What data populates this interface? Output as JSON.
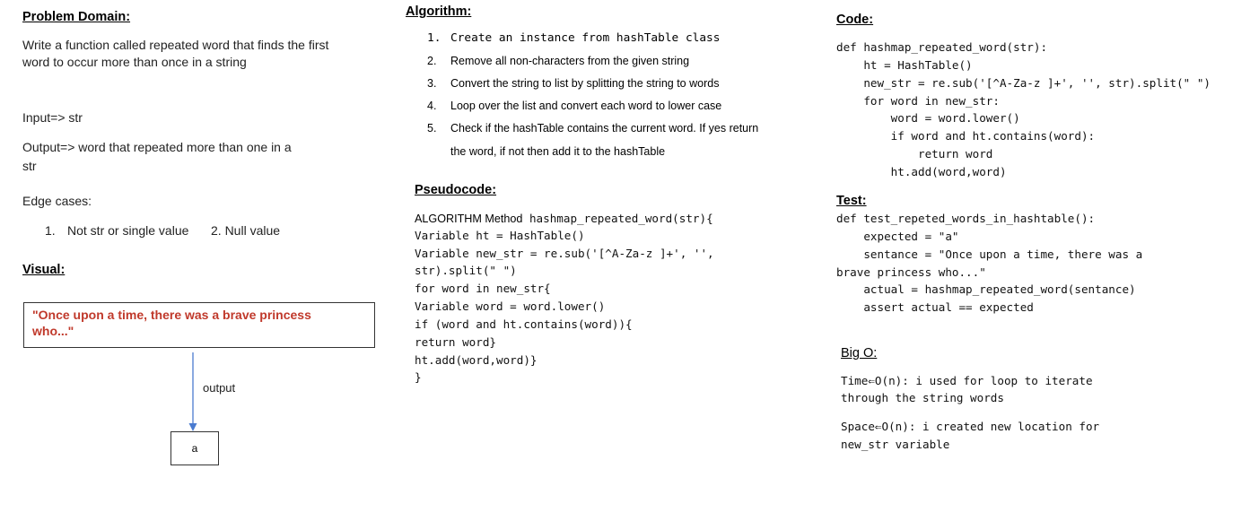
{
  "problem": {
    "heading": "Problem Domain:",
    "description_line1": "Write a function called repeated word that finds the first",
    "description_line2": "word to occur more than once in a string",
    "input": "Input=> str",
    "output_line1": "Output=> word that repeated more than one in a",
    "output_line2": "str",
    "edge_cases_label": "Edge cases:",
    "edge_case_1_num": "1.",
    "edge_case_1": "Not str or single value",
    "edge_case_2": "2. Null value"
  },
  "visual": {
    "heading": "Visual:",
    "input_text": "\"Once upon a time, there was a brave princess who...\"",
    "arrow_label": "output",
    "result": "a"
  },
  "algorithm": {
    "heading": "Algorithm:",
    "steps": [
      {
        "num": "1.",
        "text": "Create an instance from hashTable class"
      },
      {
        "num": "2.",
        "text": "Remove all non-characters from the given string"
      },
      {
        "num": "3.",
        "text": "Convert the string to list by splitting the string to words"
      },
      {
        "num": "4.",
        "text": "Loop over the list and convert each word to lower case"
      },
      {
        "num": "5.",
        "text": "Check if the hashTable contains the current word. If yes return"
      }
    ],
    "step5_cont": "the word, if not then add it to the hashTable"
  },
  "pseudocode": {
    "heading": "Pseudocode:",
    "line1_prefix": "ALGORITHM Method",
    "line1_code": " hashmap_repeated_word(str){",
    "lines": [
      "Variable ht = HashTable()",
      "Variable  new_str = re.sub('[^A-Za-z ]+', '',",
      "str).split(\" \")",
      "for word in new_str{",
      "Variable word = word.lower()",
      "if (word and ht.contains(word)){",
      "return word}",
      "ht.add(word,word)}",
      "}"
    ]
  },
  "code": {
    "heading": "Code:",
    "lines": [
      "def hashmap_repeated_word(str):",
      "    ht = HashTable()",
      "    new_str = re.sub('[^A-Za-z ]+', '', str).split(\" \")",
      "    for word in new_str:",
      "        word = word.lower()",
      "        if word and ht.contains(word):",
      "            return word",
      "        ht.add(word,word)"
    ]
  },
  "test": {
    "heading": "Test:",
    "lines": [
      "def test_repeted_words_in_hashtable():",
      "    expected = \"a\"",
      "    sentance = \"Once upon a time, there was a",
      "brave princess who...\"",
      "    actual = hashmap_repeated_word(sentance)",
      "    assert actual == expected"
    ]
  },
  "big_o": {
    "heading": "Big O:",
    "time_line1": "Time⇐O(n): i used for loop to iterate",
    "time_line2": "through the string words",
    "space_line1": "Space⇐O(n): i created new location for",
    "space_line2": "new_str variable"
  },
  "colors": {
    "visual_text": "#c0392b",
    "arrow": "#4a7bd0"
  }
}
